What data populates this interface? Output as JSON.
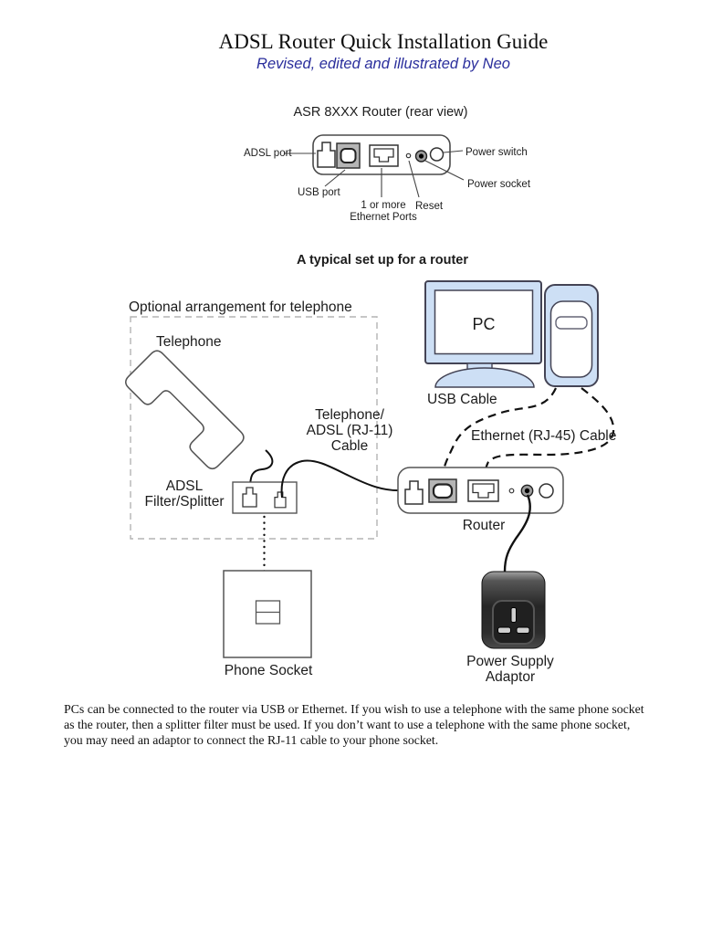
{
  "page": {
    "title": "ADSL Router Quick Installation Guide",
    "subtitle": "Revised, edited and illustrated by Neo"
  },
  "rear_view": {
    "heading": "ASR 8XXX Router (rear view)",
    "labels": {
      "adsl_port": "ADSL port",
      "usb_port": "USB port",
      "ethernet_line1": "1 or more",
      "ethernet_line2": "Ethernet Ports",
      "reset": "Reset",
      "power_switch": "Power switch",
      "power_socket": "Power socket"
    }
  },
  "setup": {
    "heading": "A typical set up for a router",
    "optional_label": "Optional arrangement for telephone",
    "telephone": "Telephone",
    "filter_line1": "ADSL",
    "filter_line2": "Filter/Splitter",
    "rj11_line1": "Telephone/",
    "rj11_line2": "ADSL (RJ-11)",
    "rj11_line3": "Cable",
    "pc": "PC",
    "usb_cable": "USB Cable",
    "ethernet_cable": "Ethernet (RJ-45) Cable",
    "router": "Router",
    "phone_socket": "Phone Socket",
    "power_line1": "Power Supply",
    "power_line2": "Adaptor"
  },
  "body_text": {
    "lines": [
      "PCs can be connected to the router via USB or Ethernet. If you wish to use a telephone with the same phone socket",
      "as the router, then a splitter filter must be used. If you don’t want to use a telephone with the same phone socket,",
      "you may need an adaptor to connect the RJ-11 cable to your phone socket."
    ]
  },
  "colors": {
    "subtitle_blue": "#2a2e9c",
    "device_fill": "#cddff5",
    "outline": "#444444",
    "adaptor_body": "#2b2b2b"
  }
}
